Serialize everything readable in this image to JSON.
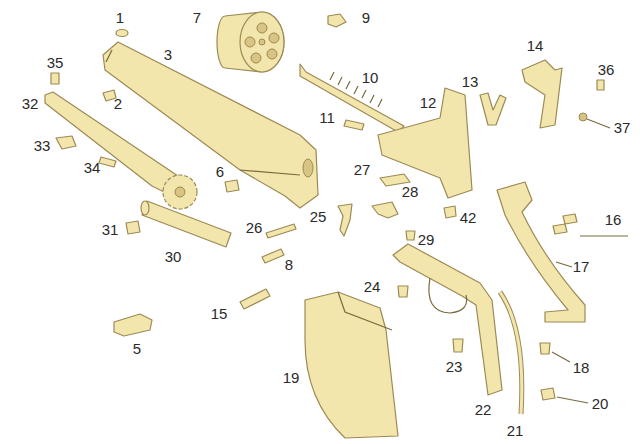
{
  "diagram": {
    "labels": [
      "1",
      "7",
      "9",
      "14",
      "3",
      "35",
      "36",
      "10",
      "13",
      "2",
      "32",
      "12",
      "11",
      "37",
      "33",
      "34",
      "27",
      "6",
      "28",
      "25",
      "42",
      "16",
      "26",
      "31",
      "29",
      "30",
      "8",
      "17",
      "24",
      "15",
      "5",
      "23",
      "18",
      "19",
      "20",
      "22",
      "21"
    ]
  }
}
